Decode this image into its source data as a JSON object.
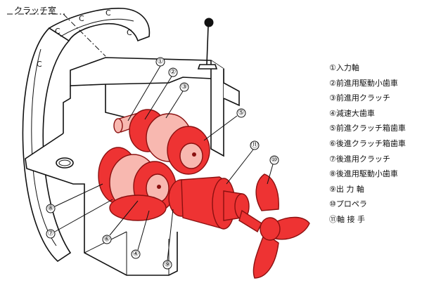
{
  "diagram": {
    "title_label": "クラッチ室",
    "callouts": [
      "①",
      "②",
      "③",
      "④",
      "⑤",
      "⑥",
      "⑦",
      "⑧",
      "⑨",
      "⑩",
      "⑪"
    ],
    "legend": [
      "①入力軸",
      "②前進用駆動小歯車",
      "③前進用クラッチ",
      "④減速大歯車",
      "⑤前進クラッチ箱歯車",
      "⑥後進クラッチ箱歯車",
      "⑦後進用クラッチ",
      "⑧後進用駆動小歯車",
      "⑨出 力 軸",
      "⑩プロペラ",
      "⑪軸 接 手"
    ],
    "c_marks": [
      "C",
      "C",
      "C",
      "C",
      "C"
    ],
    "colors": {
      "gear": "#ee3333",
      "gear_light": "#f8b8b0",
      "outline": "#111111"
    }
  }
}
